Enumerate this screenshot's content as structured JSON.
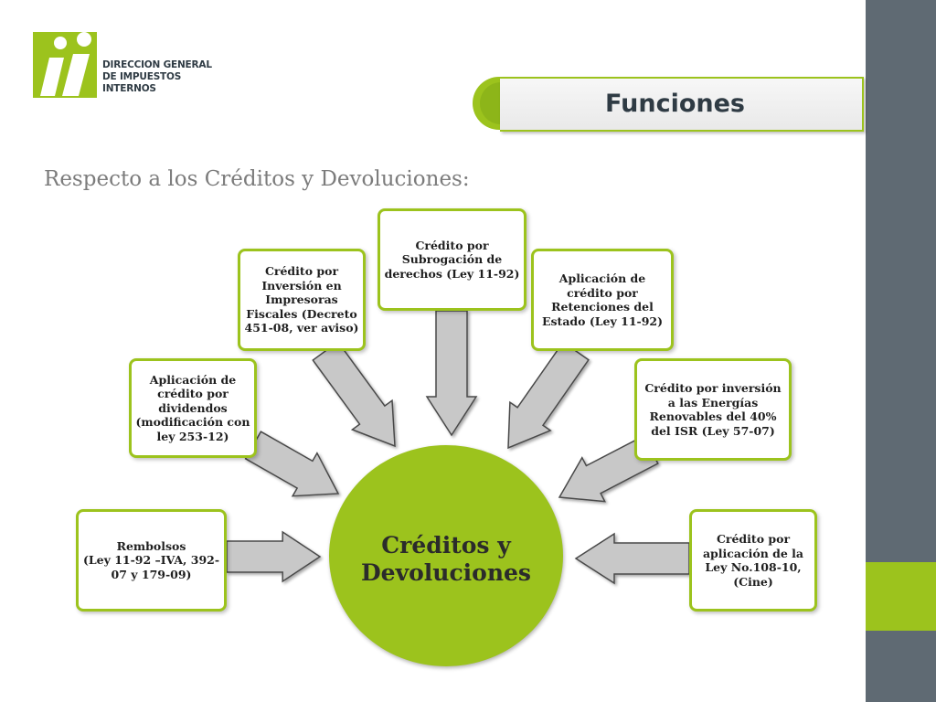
{
  "logo": {
    "line1": "DIRECCION GENERAL",
    "line2": "DE IMPUESTOS",
    "line3": "INTERNOS"
  },
  "header": {
    "title": "Funciones"
  },
  "subtitle": "Respecto a los Créditos y Devoluciones:",
  "center": {
    "line1": "Créditos y",
    "line2": "Devoluciones"
  },
  "nodes": [
    {
      "id": "rembolsos",
      "label": "Rembolsos\n(Ley 11-92 –IVA, 392-07 y 179-09)"
    },
    {
      "id": "dividendos",
      "label": "Aplicación de crédito por dividendos (modificación con ley 253-12)"
    },
    {
      "id": "impresoras",
      "label": "Crédito por Inversión en Impresoras Fiscales (Decreto 451-08, ver aviso)"
    },
    {
      "id": "subrogacion",
      "label": "Crédito por Subrogación de derechos (Ley 11-92)"
    },
    {
      "id": "retenciones",
      "label": "Aplicación de crédito por Retenciones del Estado (Ley 11-92)"
    },
    {
      "id": "renovables",
      "label": "Crédito por inversión a las Energías Renovables del 40% del ISR (Ley 57-07)"
    },
    {
      "id": "cine",
      "label": "Crédito por aplicación de la Ley No.108-10, (Cine)"
    }
  ],
  "colors": {
    "accent": "#9cc31d",
    "sidebar": "#5f6a73",
    "arrow_fill": "#c8c8c8",
    "arrow_stroke": "#4a4a4a"
  }
}
